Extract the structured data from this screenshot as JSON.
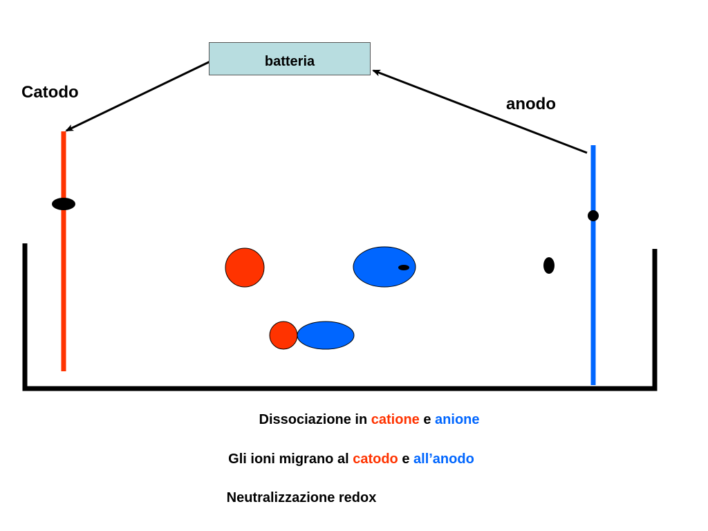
{
  "battery": {
    "label": "batteria"
  },
  "electrodes": {
    "cathode_label": "Catodo",
    "anode_label": "anodo"
  },
  "colors": {
    "cathode": "#ff3300",
    "anode": "#0066ff",
    "battery_fill": "#b8dde0",
    "ion_cation": "#ff3300",
    "ion_anion": "#0066ff"
  },
  "captions": {
    "line1": {
      "prefix": "Dissociazione in ",
      "cation": "catione",
      "middle": " e ",
      "anion": "anione"
    },
    "line2": {
      "prefix": "Gli ioni migrano al ",
      "cathode": "catodo",
      "middle": " e ",
      "anode": "all’anodo"
    },
    "line3": {
      "text": "Neutralizzazione redox"
    }
  }
}
